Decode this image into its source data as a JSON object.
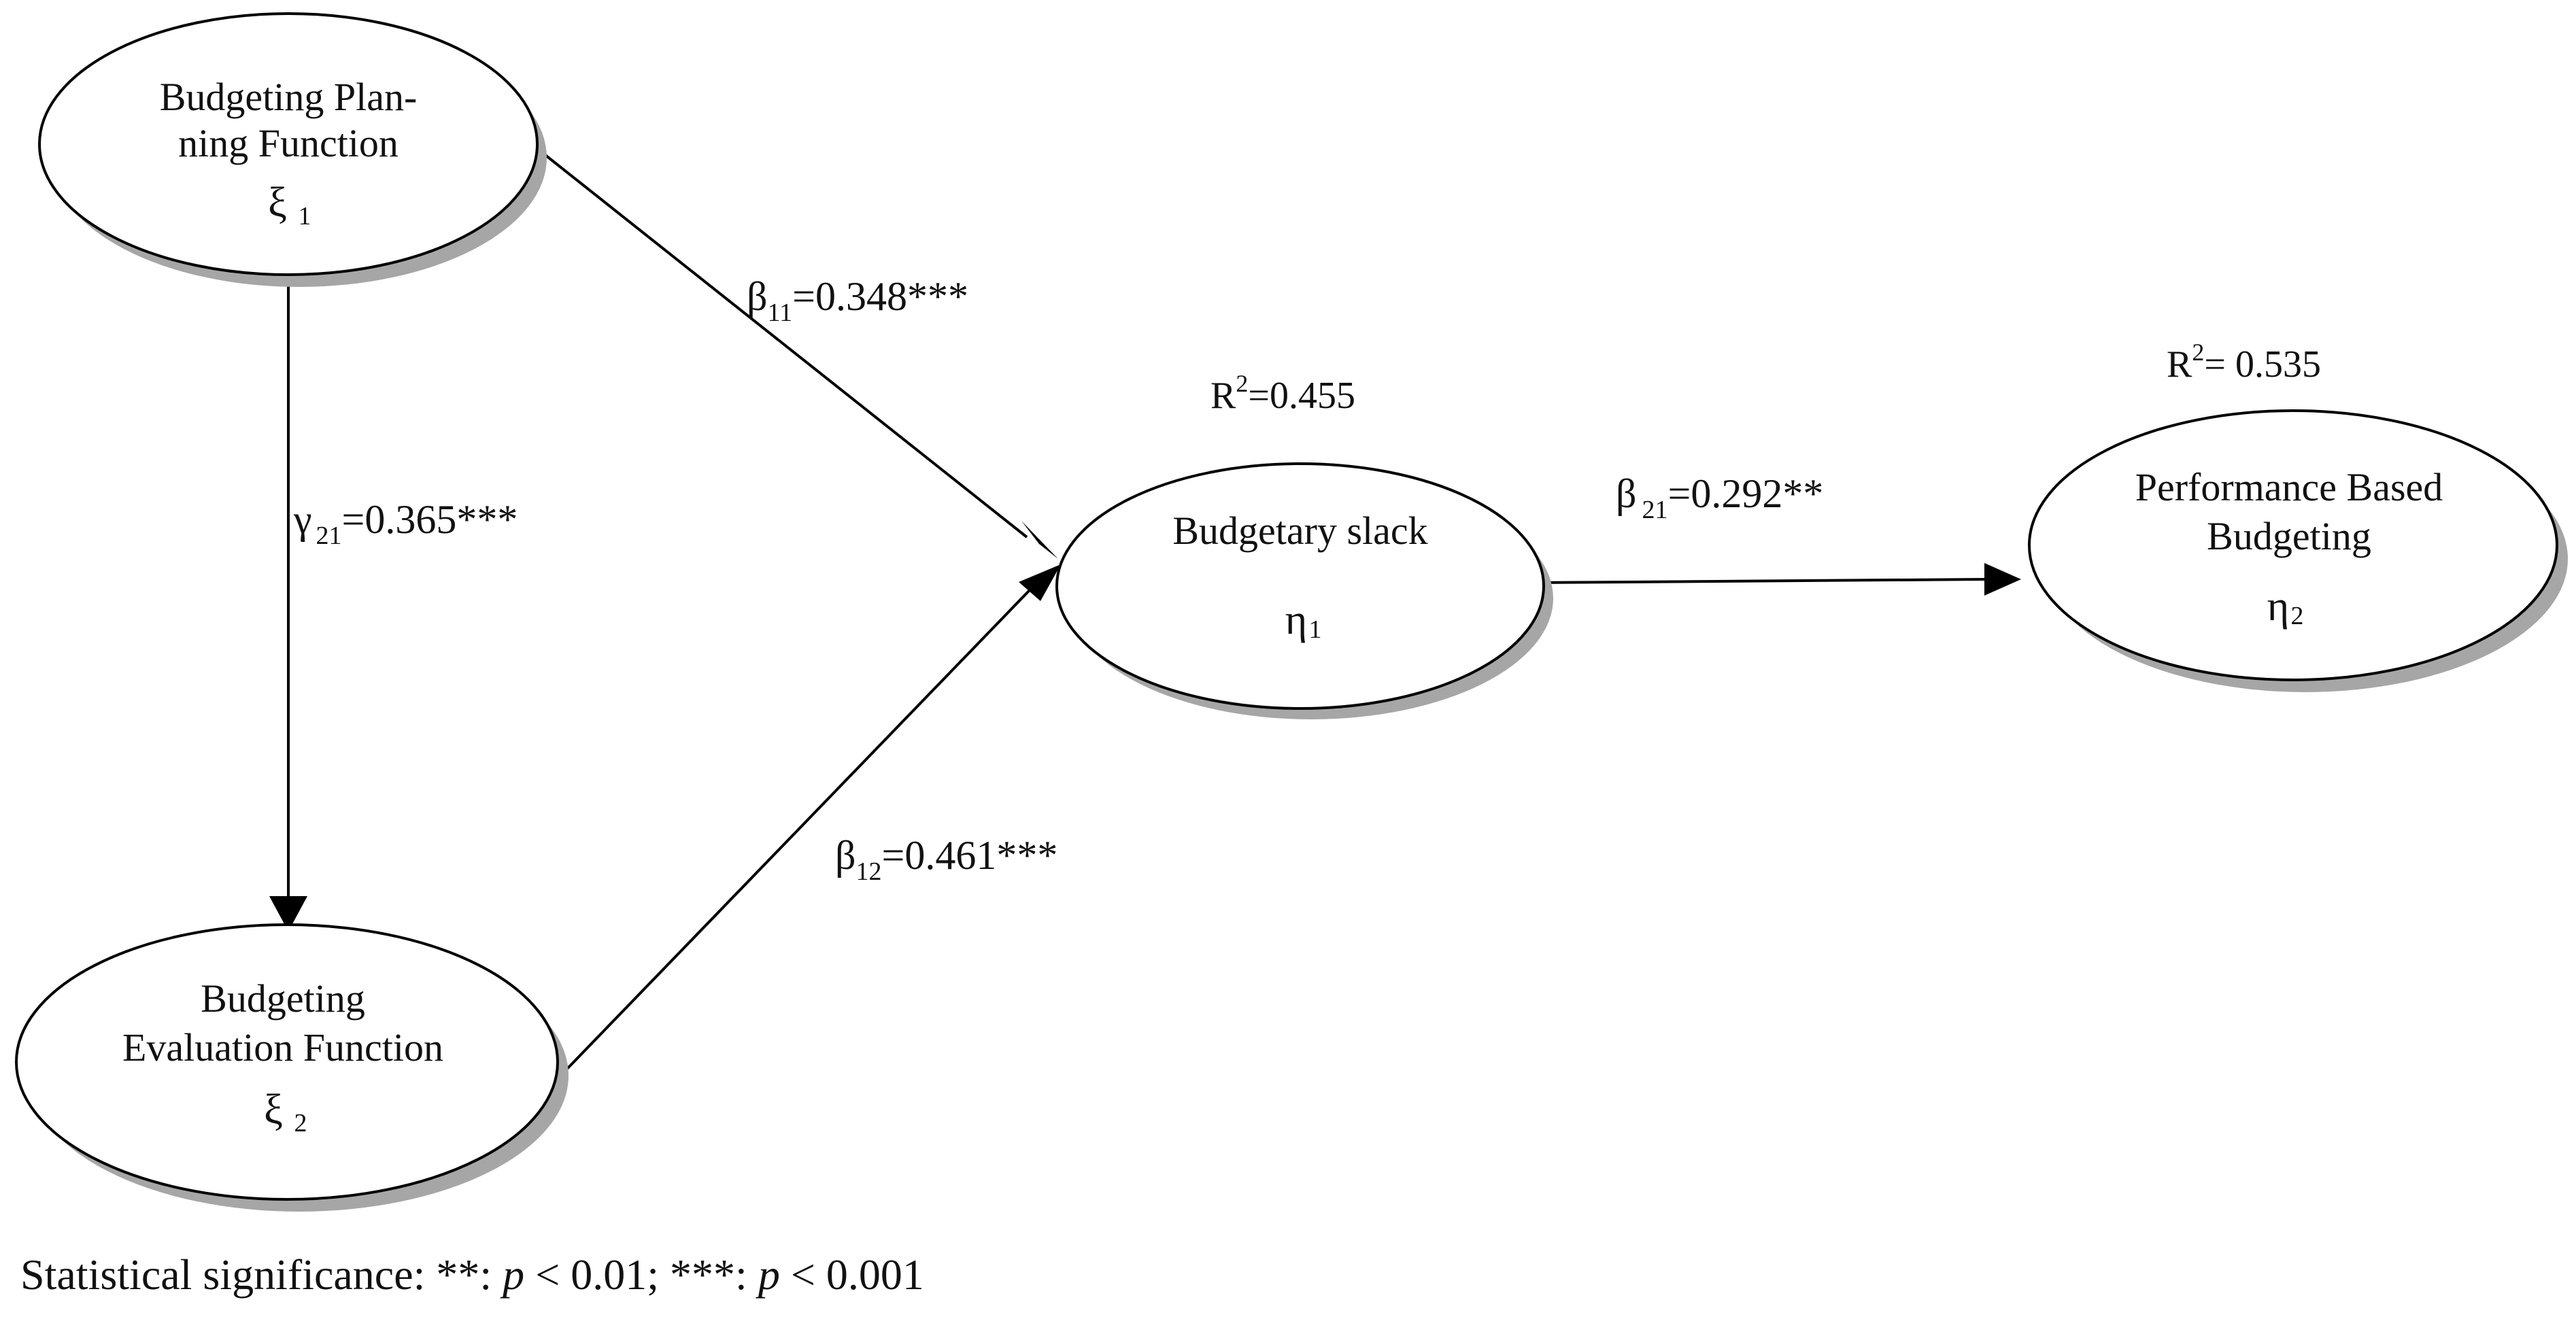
{
  "colors": {
    "stroke": "#000000",
    "shadow": "#a6a6a6",
    "background": "#ffffff",
    "text": "#111111"
  },
  "nodes": {
    "planning": {
      "line1": "Budgeting Plan-",
      "line2": "ning Function",
      "symbol": "ξ",
      "sub": "1"
    },
    "evaluation": {
      "line1": "Budgeting",
      "line2": "Evaluation Function",
      "symbol": "ξ",
      "sub": "2"
    },
    "slack": {
      "line1": "Budgetary slack",
      "symbol": "η",
      "sub": "1",
      "r2_prefix": "R",
      "r2_sup": "2",
      "r2_value": "=0.455"
    },
    "performance": {
      "line1": "Performance Based",
      "line2": "Budgeting",
      "symbol": "η",
      "sub": "2",
      "r2_prefix": "R",
      "r2_sup": "2",
      "r2_value": "= 0.535"
    }
  },
  "edges": {
    "gamma21": {
      "symbol": "γ",
      "sub": "21",
      "value": "=0.365***"
    },
    "beta11": {
      "symbol": "β",
      "sub": "11",
      "value": "=0.348***"
    },
    "beta12": {
      "symbol": "β",
      "sub": "12",
      "value": "=0.461***"
    },
    "beta21": {
      "symbol": "β",
      "sub": "21",
      "value": "=0.292**"
    }
  },
  "footnote": {
    "prefix": "Statistical significance: **: ",
    "p1": "p",
    "mid": " < 0.01; ***: ",
    "p2": "p",
    "suffix": " < 0.001"
  }
}
